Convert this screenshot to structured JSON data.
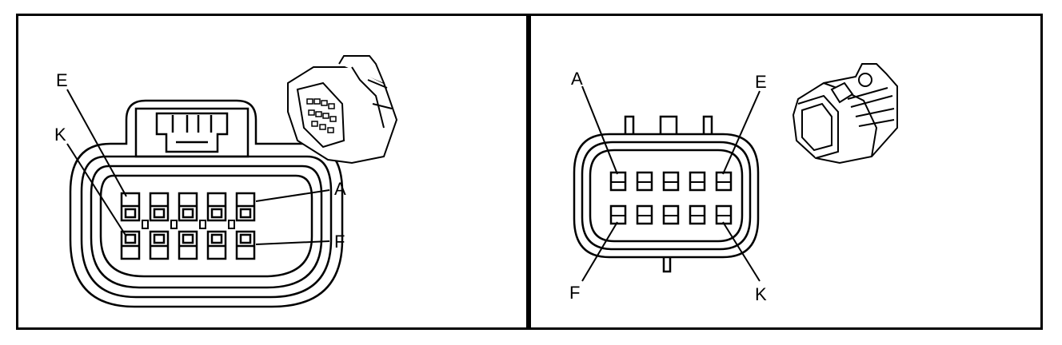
{
  "colors": {
    "line": "#000000",
    "background": "#ffffff",
    "shade": "#d9d9d9"
  },
  "left_panel": {
    "labels": {
      "e": "E",
      "k": "K",
      "a": "A",
      "f": "F"
    }
  },
  "right_panel": {
    "labels": {
      "a": "A",
      "e": "E",
      "f": "F",
      "k": "K"
    }
  }
}
